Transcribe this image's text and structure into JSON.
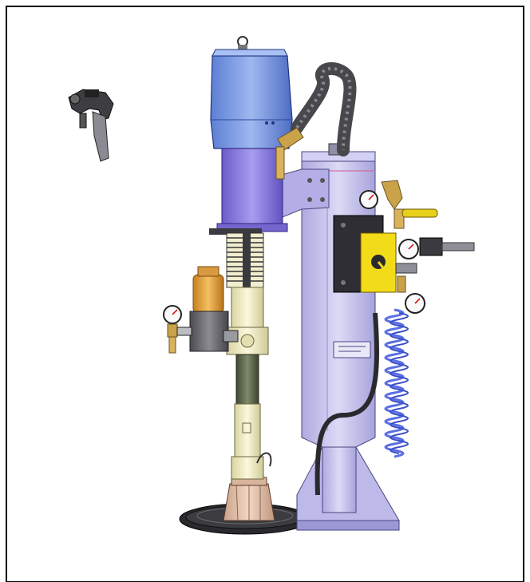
{
  "figure": {
    "border_color": "#000000",
    "background": "#ffffff",
    "parts": [
      "spray-gun",
      "pump-motor-cover",
      "air-hose-loop",
      "pump-lower",
      "fluid-filter",
      "air-controls-panel",
      "coiled-air-hose",
      "mounting-post",
      "floor-plate",
      "drum-cover"
    ]
  },
  "colors": {
    "motor_blue": "#7c9ee6",
    "motor_blue_dark": "#3f5fb8",
    "cylinder_purple": "#8f7fe0",
    "post_lavender": "#c5c3ec",
    "control_yellow": "#f2dc1a",
    "filter_amber": "#e8a23a",
    "hose_dark": "#4b4b50",
    "coil_blue": "#5a6ee6",
    "cream": "#f3efc4",
    "brass": "#c9a24a"
  }
}
